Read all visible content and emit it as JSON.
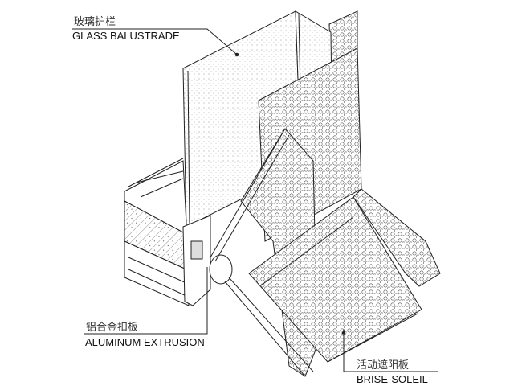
{
  "labels": {
    "glass": {
      "cn": "玻璃护栏",
      "en": "GLASS BALUSTRADE"
    },
    "extrusion": {
      "cn": "铝合金扣板",
      "en": "ALUMINUM  EXTRUSION"
    },
    "brise": {
      "cn": "活动遮阳板",
      "en": "BRISE-SOLEIL"
    }
  },
  "colors": {
    "line": "#222222",
    "background": "#ffffff"
  }
}
